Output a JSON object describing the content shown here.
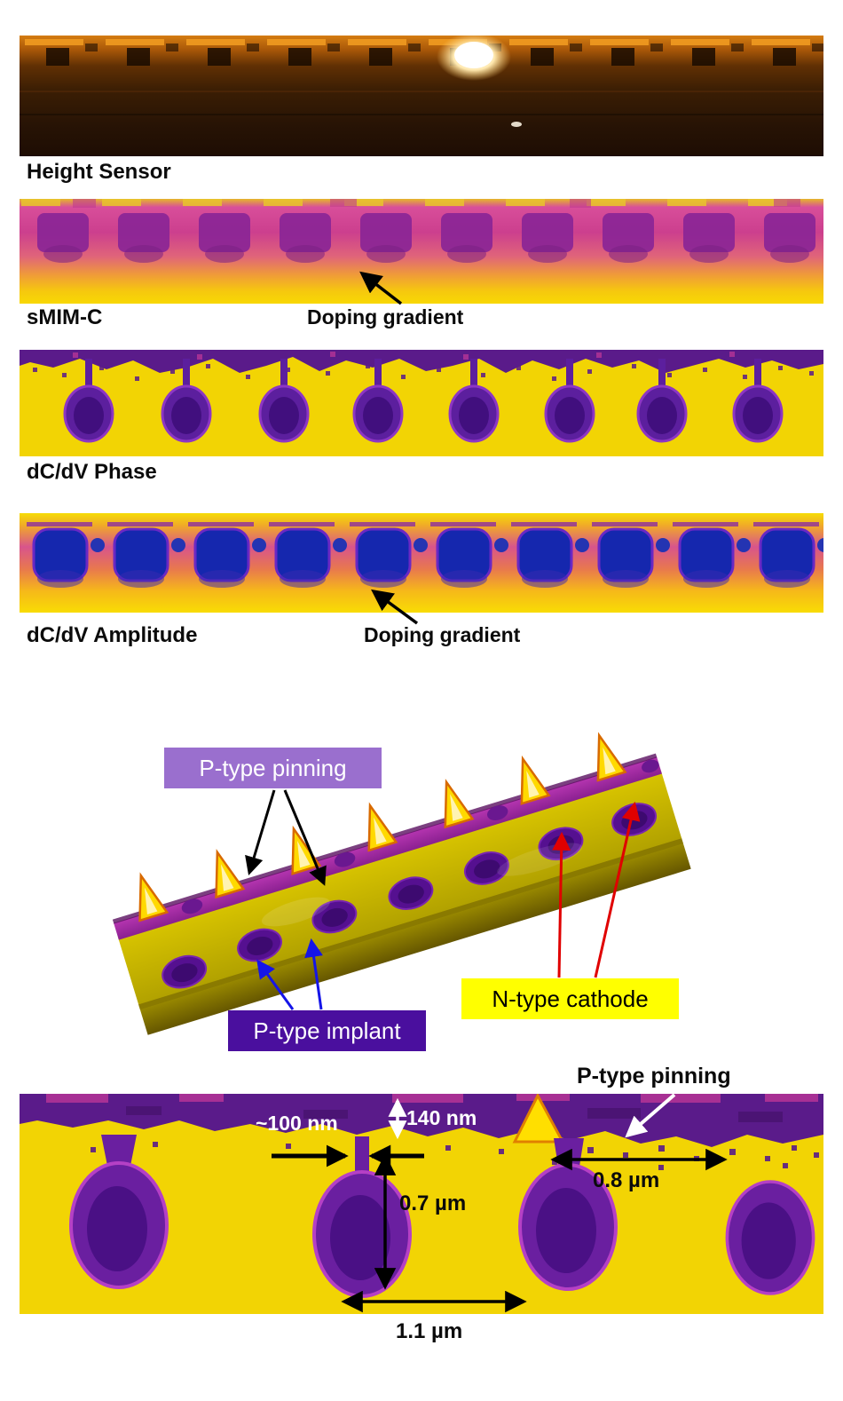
{
  "panels": [
    {
      "label": "Height Sensor"
    },
    {
      "label": "sMIM-C",
      "annotation": "Doping gradient"
    },
    {
      "label": "dC/dV Phase"
    },
    {
      "label": "dC/dV Amplitude",
      "annotation": "Doping gradient"
    }
  ],
  "labels3d": {
    "pinning": "P-type pinning",
    "implant": "P-type implant",
    "cathode": "N-type cathode"
  },
  "zoom": {
    "pinning": "P-type pinning",
    "neck_width": "~100 nm",
    "pinning_depth": "140 nm",
    "implant_depth": "0.7 µm",
    "implant_gap": "0.8 µm",
    "implant_pitch": "1.1 µm"
  },
  "colors": {
    "pinning_label_bg": "#9a6fce",
    "implant_label_bg": "#4a0f9e",
    "cathode_label_bg": "#ffff00",
    "arrow_black": "#000000",
    "arrow_blue": "#1515e8",
    "arrow_red": "#e00000",
    "arrow_white": "#ffffff",
    "map_yellow": "#f2d404",
    "map_purple": "#5a1b8a",
    "map_magenta": "#c23898",
    "map_blue": "#1527ae"
  }
}
